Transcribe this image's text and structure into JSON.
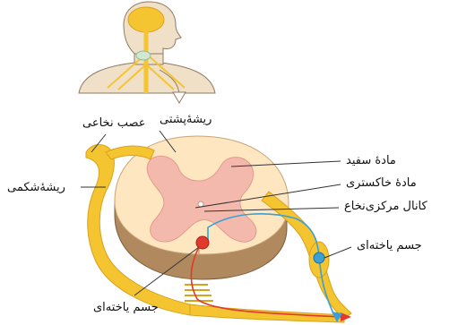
{
  "labels": {
    "spinal_nerve": "عصب نخاعی",
    "dorsal_root": "ریشهٔ‌پشتی",
    "ventral_root": "ریشهٔ‌شکمی",
    "white_matter": "مادهٔ سفید",
    "gray_matter": "مادهٔ خاکستری",
    "central_canal": "کانال مرکزی‌نخاع",
    "cell_body_right": "جسم یاخته‌ای",
    "cell_body_bottom": "جسم یاخته‌ای"
  },
  "colors": {
    "white_matter": "#fde6c0",
    "gray_matter": "#f4b9ad",
    "cord_side": "#b08a5e",
    "nerve": "#f5c431",
    "nerve_outline": "#d9a21a",
    "sensory_neuron": "#3aa0d6",
    "motor_neuron": "#e03a2d",
    "skin": "#f1e0c8"
  }
}
